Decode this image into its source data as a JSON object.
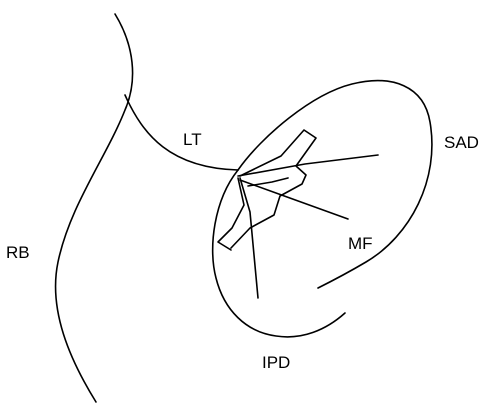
{
  "diagram": {
    "labels": {
      "lt": "LT",
      "sad": "SAD",
      "rb": "RB",
      "mf": "MF",
      "ipd": "IPD"
    },
    "colors": {
      "line": "#000000",
      "background": "#ffffff"
    }
  }
}
